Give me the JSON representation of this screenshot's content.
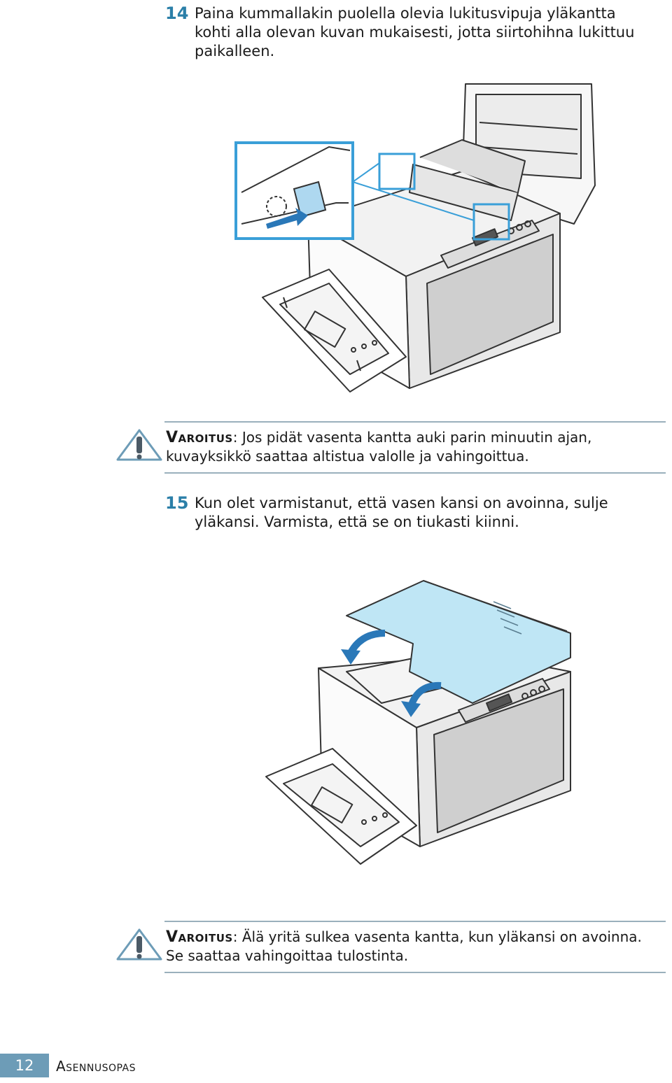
{
  "step14": {
    "number": "14",
    "text": "Paina kummallakin puolella olevia lukitusvipuja yläkantta kohti alla olevan kuvan mukaisesti, jotta siirtohihna lukittuu paikalleen."
  },
  "warning1": {
    "label": "Varoitus",
    "text": ": Jos pidät vasenta kantta auki parin minuutin ajan, kuvayksikkö saattaa altistua valolle ja vahingoittua.",
    "icon": "warning-triangle-icon"
  },
  "step15": {
    "number": "15",
    "text": "Kun olet varmistanut, että vasen kansi on avoinna, sulje yläkansi. Varmista, että se on tiukasti kiinni."
  },
  "warning2": {
    "label": "Varoitus",
    "text": ": Älä yritä sulkea vasenta kantta, kun yläkansi on avoinna. Se saattaa vahingoittaa tulostinta.",
    "icon": "warning-triangle-icon"
  },
  "footer": {
    "page_number": "12",
    "section_title": "Asennusopas"
  },
  "colors": {
    "accent_blue": "#2b7fa8",
    "highlight_blue": "#3a9fd8",
    "cover_blue": "#bfe6f5",
    "footer_box": "#6d9cb7",
    "rule": "#9ab0bc"
  }
}
